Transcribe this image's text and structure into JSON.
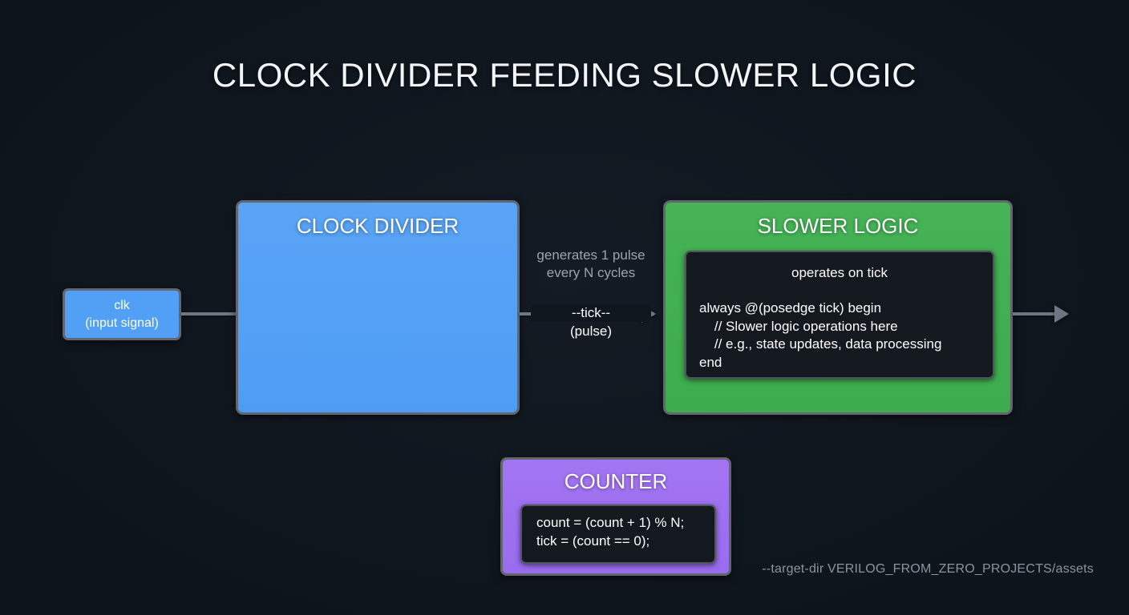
{
  "title": "CLOCK DIVIDER FEEDING SLOWER LOGIC",
  "input": {
    "line1": "clk",
    "line2": "(input signal)"
  },
  "divider": {
    "title": "CLOCK DIVIDER",
    "counter": {
      "title": "COUNTER",
      "code": "count = (count + 1) % N;\ntick = (count == 0);"
    }
  },
  "logic": {
    "title": "SLOWER LOGIC",
    "code_head": "operates on tick",
    "code_body": "always @(posedge tick) begin\n    // Slower logic operations here\n    // e.g., state updates, data processing\nend"
  },
  "edges": {
    "note_line1": "generates 1 pulse",
    "note_line2": "every N cycles",
    "tick_label": "--tick--",
    "pulse_label": "(pulse)"
  },
  "footer": "--target-dir VERILOG_FROM_ZERO_PROJECTS/assets",
  "colors": {
    "background": "#10161e",
    "blue": "#51a0f5",
    "purple": "#9a6cf0",
    "green": "#3dac4c",
    "border": "#63676d",
    "connector": "#6e7681",
    "code_panel": "#14181f",
    "muted_text": "#9aa3ae"
  }
}
